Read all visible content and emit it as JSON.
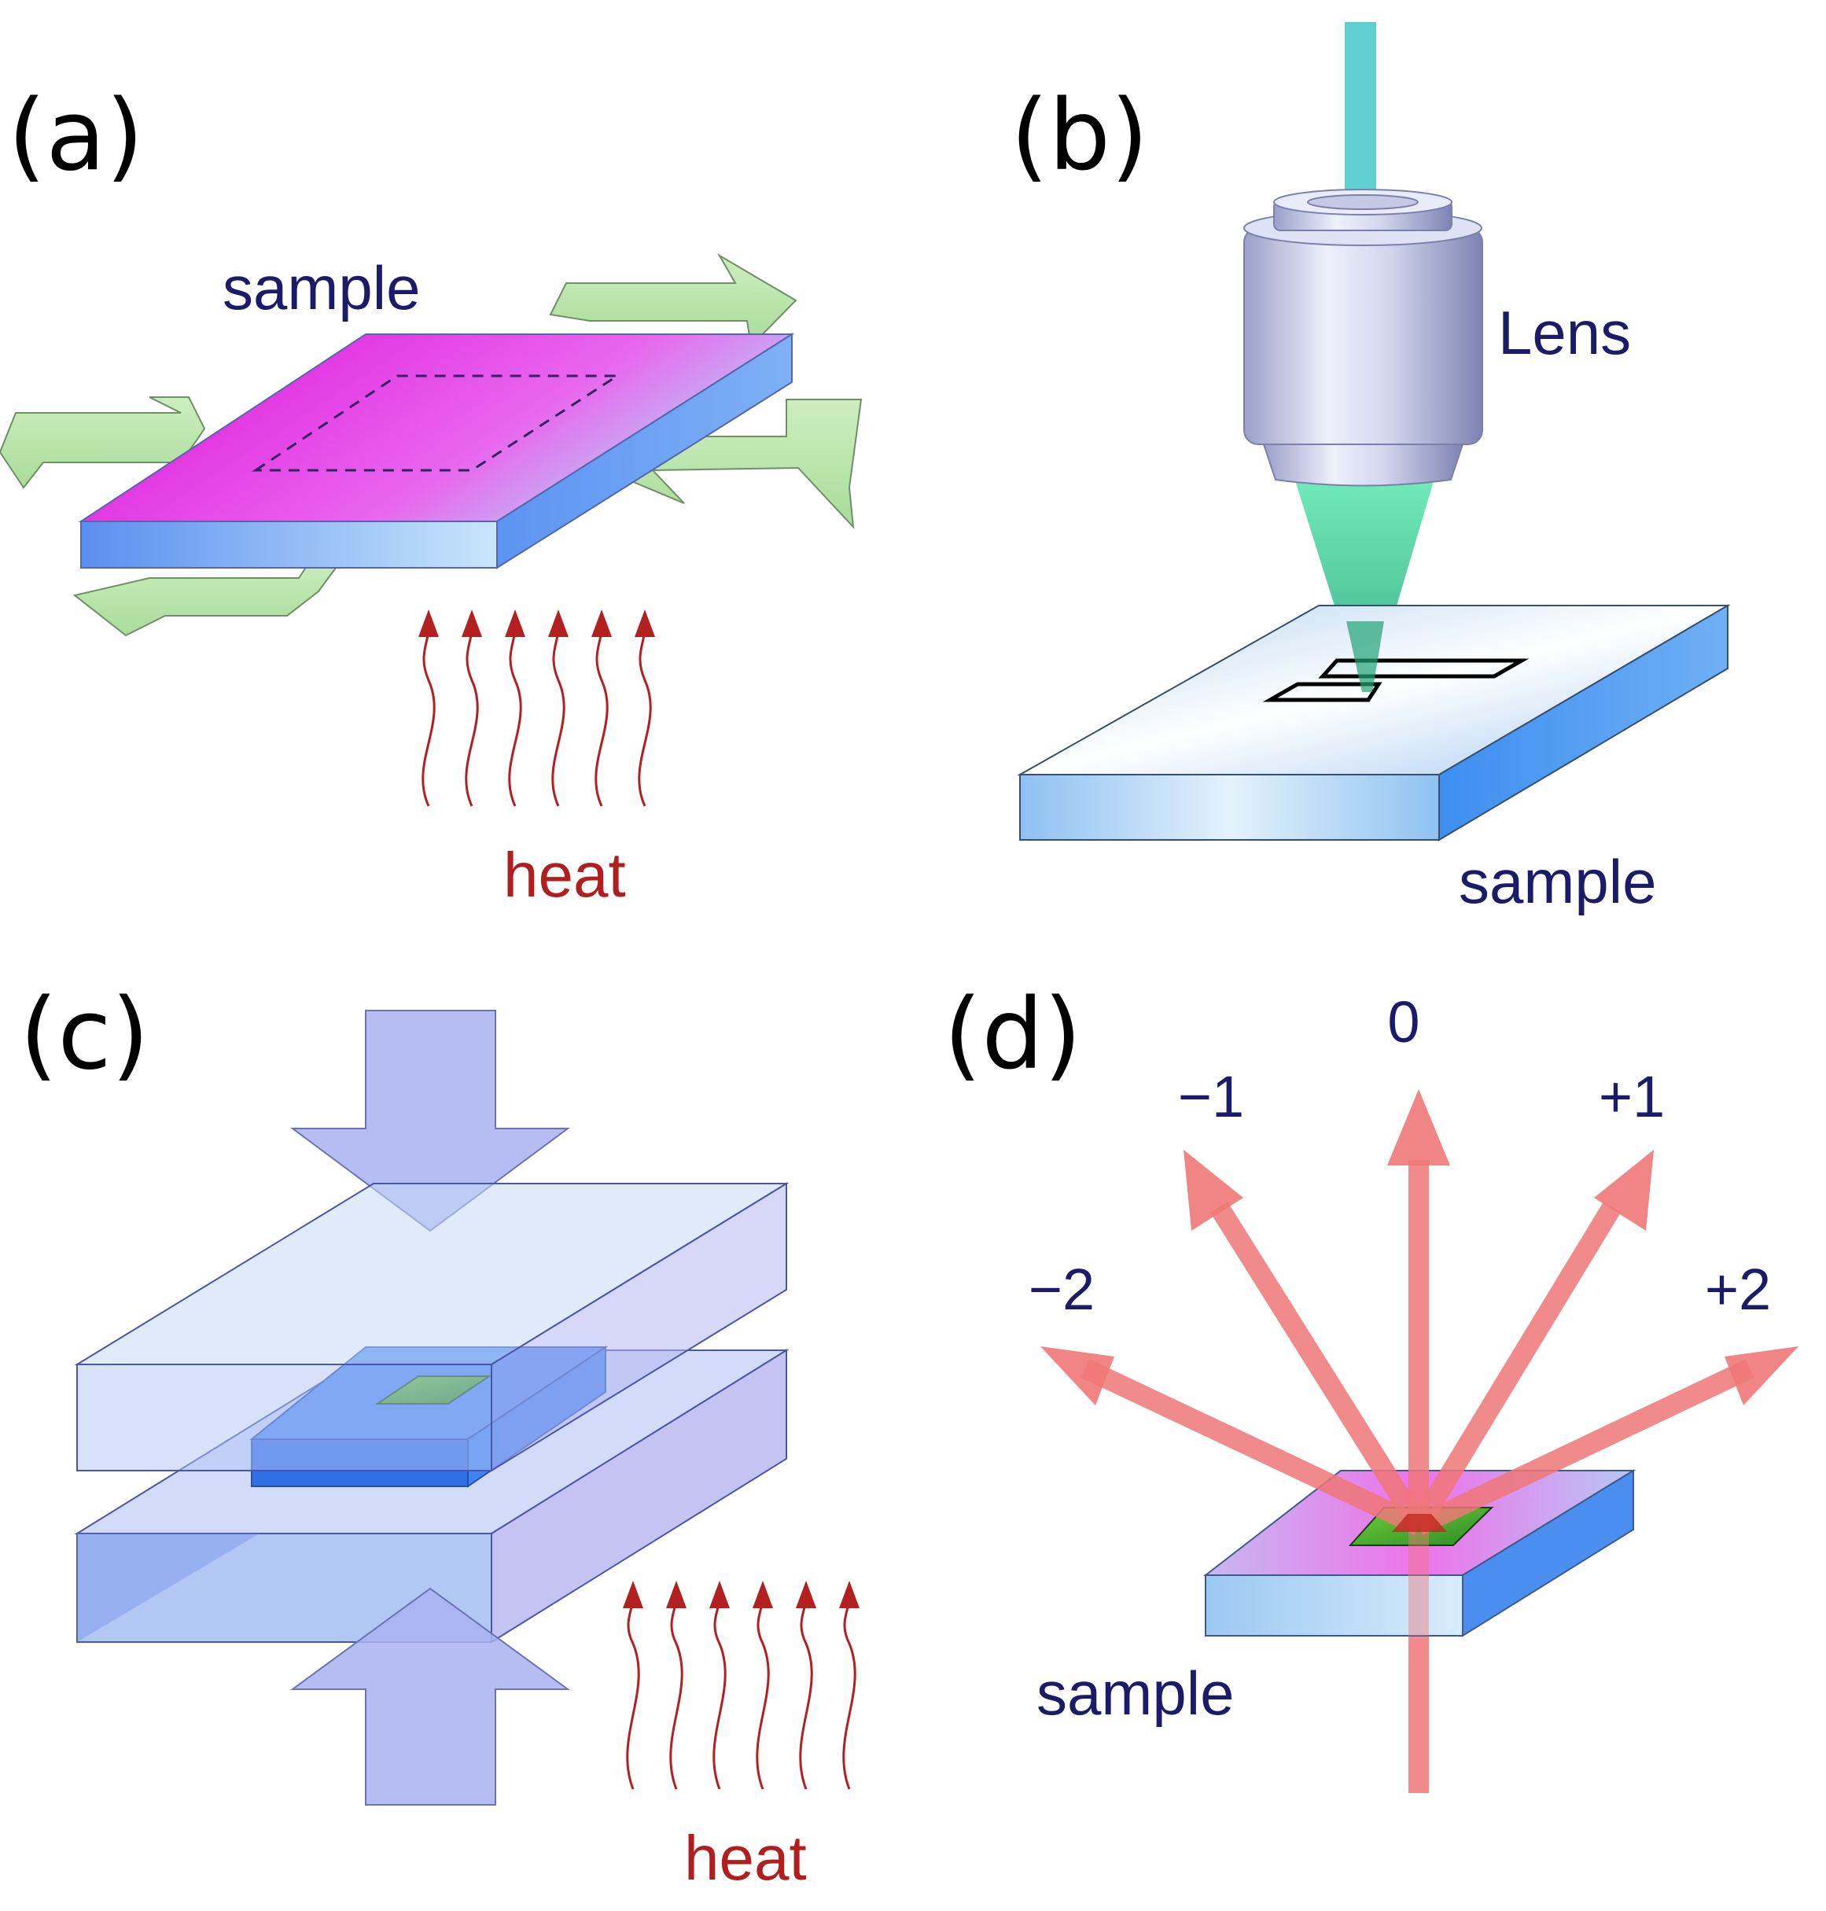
{
  "panels": {
    "a": {
      "label": "(a)",
      "sample": "sample",
      "heat": "heat"
    },
    "b": {
      "label": "(b)",
      "lens": "Lens",
      "sample": "sample"
    },
    "c": {
      "label": "(c)",
      "heat": "heat"
    },
    "d": {
      "label": "(d)",
      "sample": "sample",
      "orders": [
        "−2",
        "−1",
        "0",
        "+1",
        "+2"
      ]
    }
  },
  "colors": {
    "label_navy": "#1b1b6a",
    "heat_red": "#b01e1e",
    "stretch_arrow_green": "#bfe8b0",
    "press_blue": "#a9b2f0",
    "beam_red": "#ef7777",
    "laser_teal": "#5fcfcf",
    "sample_magenta": "#ea36ea"
  }
}
